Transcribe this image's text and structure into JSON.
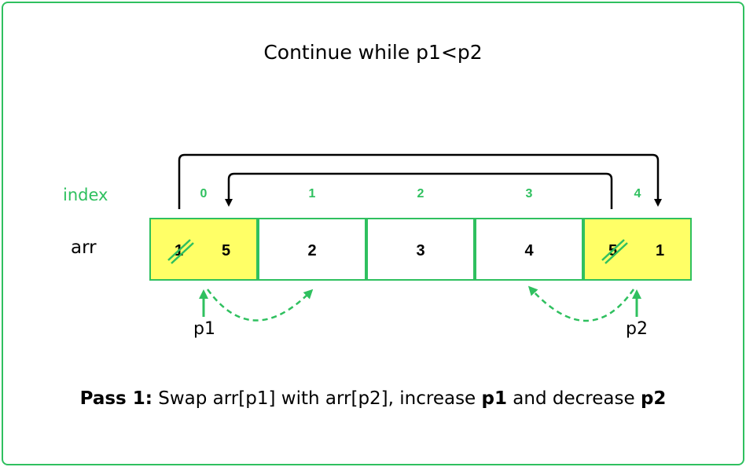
{
  "title": "Continue while p1<p2",
  "index_label": "index",
  "arr_label": "arr",
  "indices": [
    "0",
    "1",
    "2",
    "3",
    "4"
  ],
  "cells": [
    {
      "old": "1",
      "value": "5",
      "highlight": true
    },
    {
      "value": "2",
      "highlight": false
    },
    {
      "value": "3",
      "highlight": false
    },
    {
      "value": "4",
      "highlight": false
    },
    {
      "old": "5",
      "value": "1",
      "highlight": true
    }
  ],
  "pointers": {
    "p1": "p1",
    "p2": "p2"
  },
  "caption": {
    "pass": "Pass 1:",
    "text1": " Swap arr[p1] with arr[p2], increase ",
    "p1": "p1",
    "text2": " and decrease ",
    "p2": "p2"
  },
  "colors": {
    "accent": "#2fc05f",
    "highlight": "#ffff66",
    "text": "#000000"
  }
}
